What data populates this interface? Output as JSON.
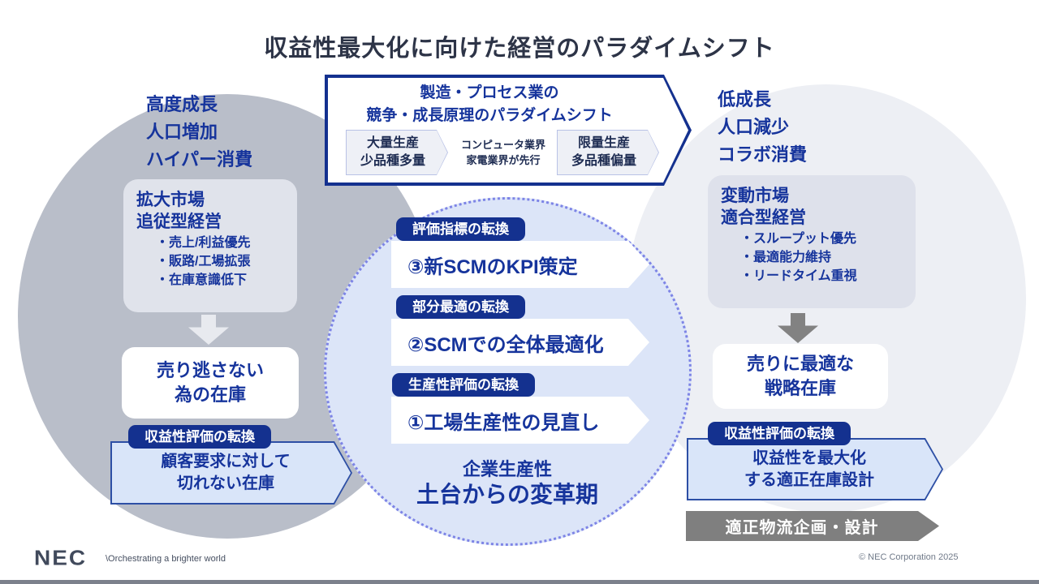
{
  "title": "収益性最大化に向けた経営のパラダイムシフト",
  "top_box": {
    "title": "製造・プロセス業の\n競争・成長原理のパラダイムシフト",
    "left_chip": "大量生産\n少品種多量",
    "middle_note": "コンピュータ業界\n家電業界が先行",
    "right_chip": "限量生産\n多品種偏量"
  },
  "left": {
    "heading": "高度成長\n人口増加\nハイパー消費",
    "box_title": "拡大市場\n追従型経営",
    "bullets": [
      "・売上/利益優先",
      "・販路/工場拡張",
      "・在庫意識低下"
    ],
    "white_box": "売り逃さない\n為の在庫",
    "badge": "収益性評価の転換",
    "arrow_box": "顧客要求に対して\n切れない在庫"
  },
  "center": {
    "items": [
      {
        "badge": "評価指標の転換",
        "label": "③新SCMのKPI策定"
      },
      {
        "badge": "部分最適の転換",
        "label": "②SCMでの全体最適化"
      },
      {
        "badge": "生産性評価の転換",
        "label": "①工場生産性の見直し"
      }
    ],
    "footer_line1": "企業生産性",
    "footer_line2": "土台からの変革期"
  },
  "right": {
    "heading": "低成長\n人口減少\nコラボ消費",
    "box_title": "変動市場\n適合型経営",
    "bullets": [
      "・スループット優先",
      "・最適能力維持",
      "・リードタイム重視"
    ],
    "white_box": "売りに最適な\n戦略在庫",
    "badge": "収益性評価の転換",
    "arrow_box": "収益性を最大化\nする適正在庫設計",
    "gray_arrow": "適正物流企画・設計"
  },
  "footer": {
    "logo": "NEC",
    "tagline": "\\Orchestrating a brighter world",
    "copyright": "© NEC Corporation 2025"
  },
  "colors": {
    "navy": "#14318f",
    "blue_text": "#16349c",
    "left_circle": "#b9bec9",
    "center_circle_fill": "#dce5f8",
    "center_circle_border": "#7d84e6",
    "right_circle": "#edeff4",
    "arrow_box_fill": "#d9e5f9",
    "gray_arrow": "#7f7f7f"
  }
}
